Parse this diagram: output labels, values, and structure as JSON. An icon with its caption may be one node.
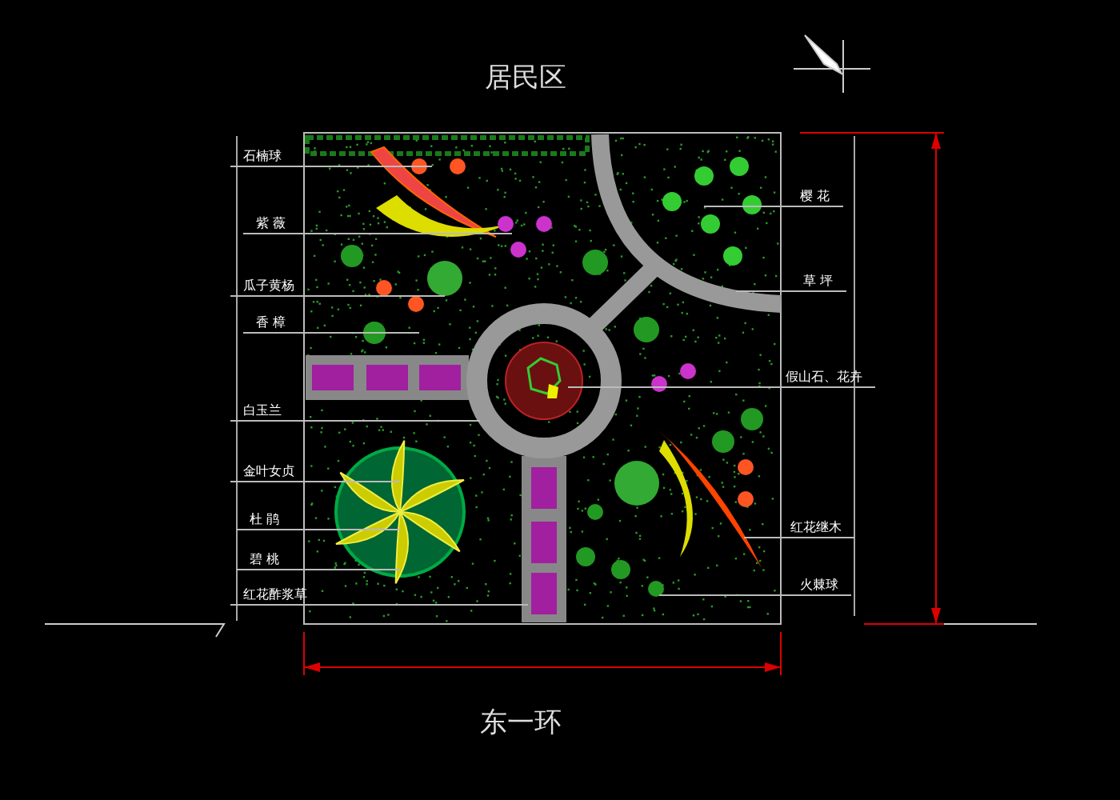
{
  "diagram": {
    "nodes": [
      {
        "text": [
          "石楠球"
        ]
      },
      {
        "text": [
          "紫 薇"
        ]
      },
      {
        "text": [
          "瓜子黄杨"
        ]
      },
      {
        "text": [
          "香 樟"
        ]
      },
      {
        "text": [
          "白玉兰"
        ]
      },
      {
        "text": [
          "金叶女贞"
        ]
      },
      {
        "text": [
          "杜 鹃"
        ]
      },
      {
        "text": [
          "碧 桃"
        ]
      },
      {
        "text": [
          "红花酢浆草"
        ]
      },
      {
        "text": [
          "樱 花"
        ]
      },
      {
        "text": [
          "草 坪"
        ]
      },
      {
        "text": [
          "假山石、花卉"
        ]
      },
      {
        "text": [
          "红花继木"
        ]
      },
      {
        "text": [
          "火棘球"
        ]
      }
    ],
    "edges": [
      {
        "from": 0,
        "to": null,
        "arrow": "none"
      },
      {
        "from": 1,
        "to": null,
        "arrow": "none"
      },
      {
        "from": 2,
        "to": null,
        "arrow": "none"
      },
      {
        "from": 3,
        "to": null,
        "arrow": "none"
      },
      {
        "from": 4,
        "to": null,
        "arrow": "none"
      },
      {
        "from": 5,
        "to": null,
        "arrow": "none"
      },
      {
        "from": 6,
        "to": null,
        "arrow": "none"
      },
      {
        "from": 7,
        "to": null,
        "arrow": "none"
      },
      {
        "from": 8,
        "to": null,
        "arrow": "none"
      },
      {
        "from": 9,
        "to": null,
        "arrow": "none"
      },
      {
        "from": 10,
        "to": null,
        "arrow": "none"
      },
      {
        "from": 11,
        "to": null,
        "arrow": "none"
      },
      {
        "from": 12,
        "to": null,
        "arrow": "none"
      },
      {
        "from": 13,
        "to": null,
        "arrow": "none"
      }
    ],
    "labels": [
      "居民区",
      "东一环"
    ]
  }
}
